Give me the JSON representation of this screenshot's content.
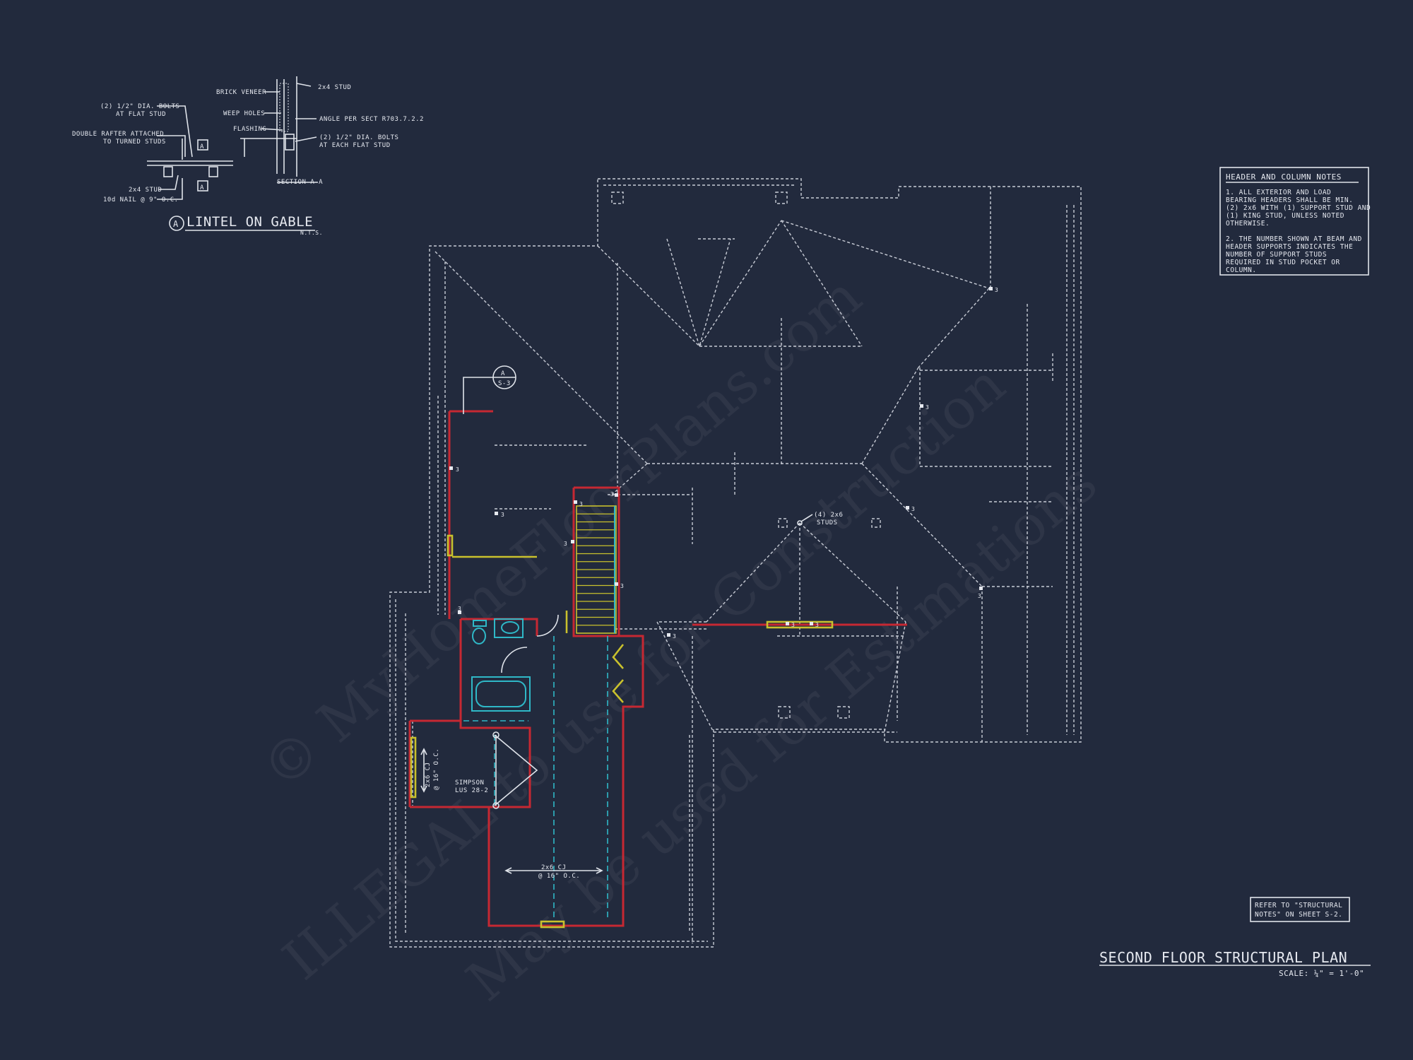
{
  "detail": {
    "tag": "A",
    "title": "LINTEL ON GABLE",
    "scale": "N.T.S.",
    "section_label": "SECTION A-A",
    "section_tag": "A",
    "callouts": {
      "stud_top": "2x4 STUD",
      "brick": "BRICK VENEER",
      "bolts_flat_1": "(2) 1/2\" DIA. BOLTS",
      "bolts_flat_2": "AT FLAT STUD",
      "weep": "WEEP HOLES",
      "flashing": "FLASHING",
      "angle": "ANGLE PER SECT R703.7.2.2",
      "rafter_1": "DOUBLE RAFTER ATTACHED",
      "rafter_2": "TO TURNED STUDS",
      "bolts_each_1": "(2) 1/2\" DIA. BOLTS",
      "bolts_each_2": "AT EACH FLAT STUD",
      "stud_bottom": "2x4 STUD",
      "nail": "10d NAIL @ 9\" O.C."
    }
  },
  "notes": {
    "title": "HEADER AND COLUMN NOTES",
    "lines": [
      "1. ALL EXTERIOR AND LOAD",
      "BEARING HEADERS SHALL BE MIN.",
      "(2) 2x6 WITH (1) SUPPORT STUD AND",
      "(1) KING STUD, UNLESS NOTED",
      "OTHERWISE.",
      "",
      "2. THE NUMBER SHOWN AT BEAM AND",
      "HEADER SUPPORTS INDICATES THE",
      "NUMBER OF SUPPORT STUDS",
      "REQUIRED IN STUD POCKET OR",
      "COLUMN."
    ]
  },
  "refer_note": {
    "line1": "REFER TO \"STRUCTURAL",
    "line2": "NOTES\" ON SHEET S-2."
  },
  "sheet_title": {
    "title": "SECOND FLOOR STRUCTURAL PLAN",
    "scale": "SCALE: ¼\" = 1'-0\""
  },
  "plan_labels": {
    "section_tag_top": "A",
    "section_tag_bottom": "S-3",
    "studs_1": "(4) 2x6",
    "studs_2": "STUDS",
    "joist_1": "2x6 CJ",
    "joist_2": "@ 16\" O.C.",
    "cj_vertical_1": "2x6 CJ",
    "cj_vertical_2": "@ 16\" O.C.",
    "simpson_1": "SIMPSON",
    "simpson_2": "LUS 28-2",
    "stud_count": "3"
  },
  "watermark": {
    "line1": "© MyHomeFloorPlans.com",
    "line2": "ILLEGAL to use for Construction",
    "line3": "May be used for Estimations"
  },
  "colors": {
    "background": "#222a3d",
    "linework": "#dfe3ea",
    "bearing_wall": "#c62832",
    "header": "#c9c12d",
    "fixture": "#2fb8c7"
  }
}
